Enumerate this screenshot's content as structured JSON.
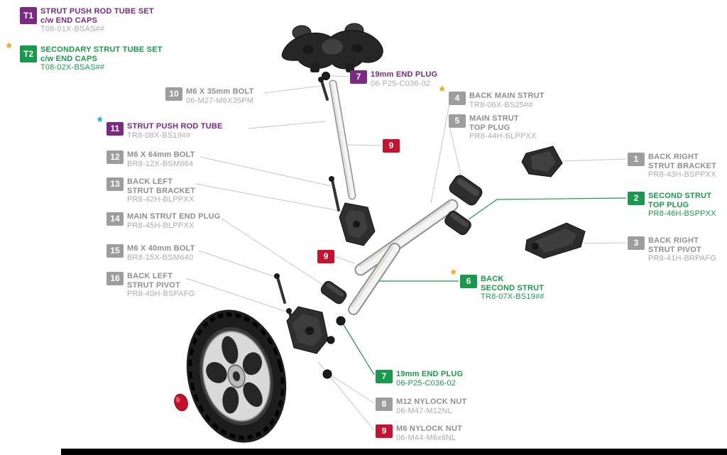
{
  "colors": {
    "purple": "#7B2982",
    "green": "#18994B",
    "gray_box": "#9D9D9D",
    "red_box": "#C51230",
    "title_gray": "#8F8F8F",
    "part_gray": "#ABABAB",
    "orange_asterisk": "#F4A000",
    "blue_asterisk": "#1BA7D0"
  },
  "title_blocks": {
    "t1": {
      "num": "T1",
      "line1": "STRUT PUSH ROD TUBE SET",
      "line2": "c/w END CAPS",
      "part": "T08-01X-BSAS##"
    },
    "t2": {
      "num": "T2",
      "line1": "SECONDARY STRUT TUBE SET",
      "line2": "c/w END CAPS",
      "part": "T08-02X-BSAS##",
      "asterisk": "*"
    }
  },
  "labels": {
    "n10": {
      "num": "10",
      "line1": "M6 X 35mm BOLT",
      "part": "06-M27-M6X35PM"
    },
    "n7p": {
      "num": "7",
      "line1": "19mm END PLUG",
      "part": "06-P25-C036-02"
    },
    "n4": {
      "num": "4",
      "line1": "BACK MAIN STRUT",
      "part": "TR8-06X-BS25##",
      "asterisk": "*"
    },
    "n5": {
      "num": "5",
      "line1": "MAIN STRUT",
      "line2": "TOP PLUG",
      "part": "PR8-44H-BLPPXX"
    },
    "n11": {
      "num": "11",
      "line1": "STRUT PUSH ROD TUBE",
      "part": "TR8-08X-BS19##",
      "asterisk": "*"
    },
    "n12": {
      "num": "12",
      "line1": "M6 X 64mm BOLT",
      "part": "BR8-12X-BSM664"
    },
    "n9a": {
      "num": "9"
    },
    "n1": {
      "num": "1",
      "line1": "BACK RIGHT",
      "line2": "STRUT BRACKET",
      "part": "PR8-43H-BSPPXX"
    },
    "n13": {
      "num": "13",
      "line1": "BACK LEFT",
      "line2": "STRUT BRACKET",
      "part": "PR8-42H-BLPPXX"
    },
    "n2": {
      "num": "2",
      "line1": "SECOND STRUT",
      "line2": "TOP PLUG",
      "part": "PR8-46H-BSPPXX"
    },
    "n14": {
      "num": "14",
      "line1": "MAIN STRUT END PLUG",
      "part": "PR8-45H-BLPPXX"
    },
    "n3": {
      "num": "3",
      "line1": "BACK RIGHT",
      "line2": "STRUT PIVOT",
      "part": "PR8-41H-BRPAFG"
    },
    "n15": {
      "num": "15",
      "line1": "M6 X 40mm BOLT",
      "part": "BR8-15X-BSM640"
    },
    "n9b": {
      "num": "9"
    },
    "n6": {
      "num": "6",
      "line1": "BACK",
      "line2": "SECOND STRUT",
      "part": "TR8-07X-BS19##",
      "asterisk": "*"
    },
    "n16": {
      "num": "16",
      "line1": "BACK LEFT",
      "line2": "STRUT PIVOT",
      "part": "PR8-40H-BSPAFG"
    },
    "n7g": {
      "num": "7",
      "line1": "19mm END PLUG",
      "part": "06-P25-C036-02"
    },
    "n8": {
      "num": "8",
      "line1": "M12 NYLOCK NUT",
      "part": "06-M47-M12NL"
    },
    "n9c": {
      "num": "9",
      "line1": "M6 NYLOCK NUT",
      "part": "06-M44-M6x6NL"
    }
  }
}
